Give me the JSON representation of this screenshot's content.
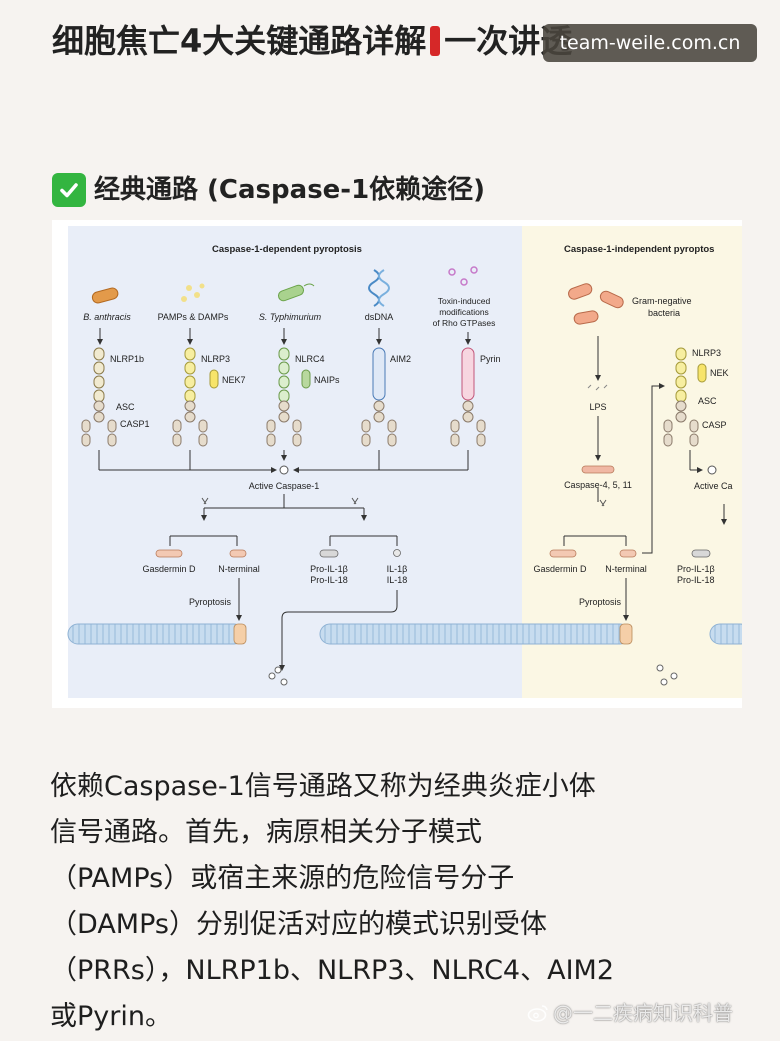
{
  "header": {
    "title_part1": "细胞焦亡4大关键通路详解",
    "title_part2": "一次讲透"
  },
  "watermark": {
    "site": "team-weile.com.cn",
    "author": "@一二疾病知识科普"
  },
  "section": {
    "heading": "经典通路 (Caspase-1依赖途径)",
    "icon": "check-mark-icon",
    "icon_color": "#33b540"
  },
  "figure": {
    "left_title": "Caspase-1-dependent pyroptosis",
    "right_title": "Caspase-1-independent pyroptos",
    "triggers": [
      "B. anthracis",
      "PAMPs & DAMPs",
      "S. Typhimurium",
      "dsDNA"
    ],
    "toxin": [
      "Toxin-induced",
      "modifications",
      "of Rho GTPases"
    ],
    "sensors": [
      "NLRP1b",
      "NLRP3",
      "NLRC4",
      "AIM2",
      "Pyrin"
    ],
    "cofactors": [
      "NEK7",
      "NAIPs"
    ],
    "asc": "ASC",
    "casp1": "CASP1",
    "active_caspase": "Active Caspase-1",
    "gasdermin": "Gasdermin D",
    "nterminal": "N-terminal",
    "pro_il1b": "Pro-IL-1β",
    "pro_il18": "Pro-IL-18",
    "il1b": "IL-1β",
    "il18": "IL-18",
    "pyroptosis": "Pyroptosis",
    "gram_negative": [
      "Gram-negative",
      "bacteria"
    ],
    "lps": "LPS",
    "caspase_4511": "Caspase-4, 5, 11",
    "right_nlrp3": "NLRP3",
    "right_nek": "NEK",
    "right_asc": "ASC",
    "right_casp": "CASP",
    "right_active": "Active Ca",
    "left_bg": "#e9eef8",
    "right_bg": "#fbf7e4"
  },
  "paragraph": {
    "lines": [
      "依赖Caspase-1信号通路又称为经典炎症小体",
      "信号通路。首先，病原相关分子模式",
      "（PAMPs）或宿主来源的危险信号分子",
      "（DAMPs）分别促活对应的模式识别受体",
      "（PRRs），NLRP1b、NLRP3、NLRC4、AIM2",
      "或Pyrin。"
    ]
  }
}
